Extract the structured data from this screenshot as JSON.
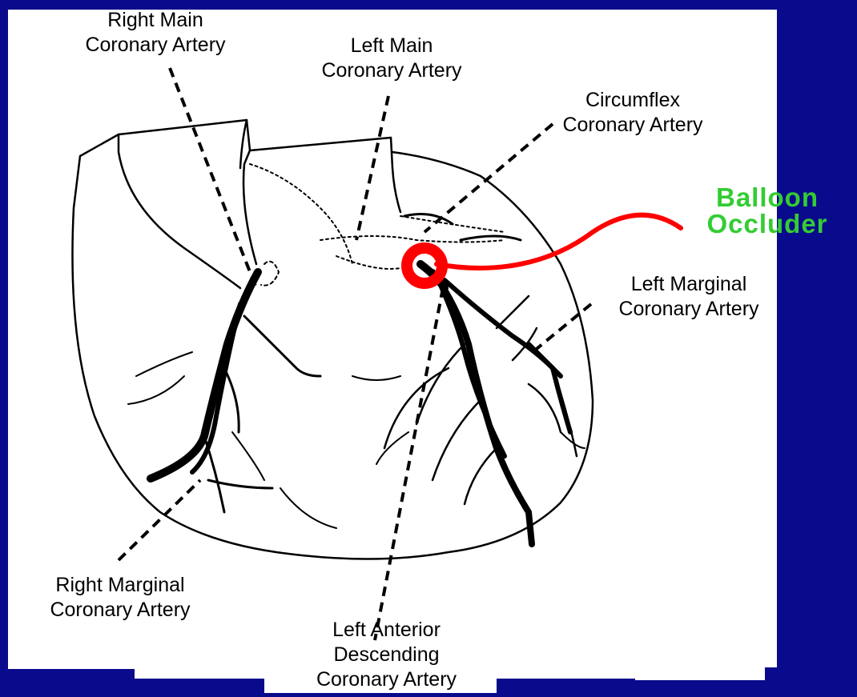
{
  "labels": {
    "right_main": [
      "Right Main",
      "Coronary Artery"
    ],
    "left_main": [
      "Left Main",
      "Coronary Artery"
    ],
    "circumflex": [
      "Circumflex",
      "Coronary Artery"
    ],
    "left_marginal": [
      "Left Marginal",
      "Coronary Artery"
    ],
    "right_marginal": [
      "Right Marginal",
      "Coronary Artery"
    ],
    "left_anterior_descending": [
      "Left Anterior",
      "Descending",
      "Coronary Artery"
    ]
  },
  "callout": [
    "Balloon",
    "Occluder"
  ],
  "colors": {
    "slide_background": "#0a0a8c",
    "diagram_background": "#ffffff",
    "callout_text": "#33cc33",
    "balloon": "#ff0000",
    "ink": "#000000"
  }
}
